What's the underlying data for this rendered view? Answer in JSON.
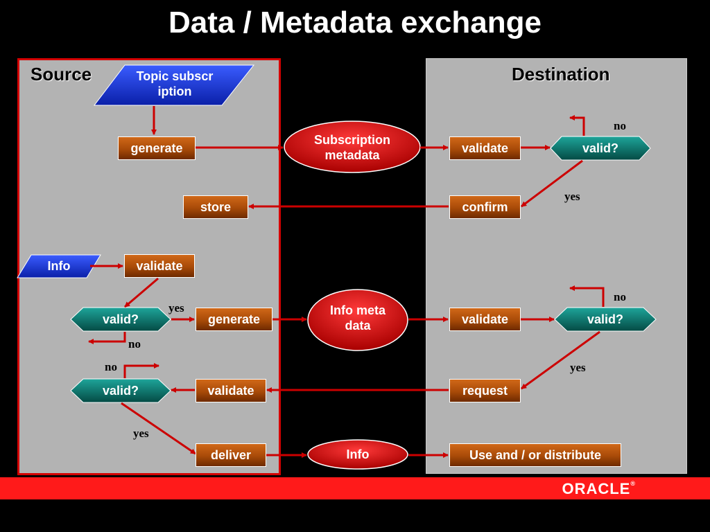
{
  "title": "Data / Metadata exchange",
  "source": {
    "label": "Source",
    "topic": "Topic subscription",
    "generate1": "generate",
    "store": "store",
    "info": "Info",
    "validate1": "validate",
    "valid1": "valid?",
    "yes1": "yes",
    "no1": "no",
    "generate2": "generate",
    "no2": "no",
    "valid2": "valid?",
    "validate2": "validate",
    "yes2": "yes",
    "deliver": "deliver"
  },
  "center": {
    "subscription_metadata": "Subscription metadata",
    "info_metadata": "Info metadata",
    "info": "Info"
  },
  "destination": {
    "label": "Destination",
    "validate1": "validate",
    "valid1": "valid?",
    "no1": "no",
    "yes1": "yes",
    "confirm": "confirm",
    "validate2": "validate",
    "valid2": "valid?",
    "no2": "no",
    "yes2": "yes",
    "request": "request",
    "use": "Use and / or distribute"
  },
  "footer": {
    "logo": "ORACLE",
    "reg": "®"
  },
  "colors": {
    "accent": "#ff1a1a",
    "box": "#b85a10",
    "decision": "#0a7a72",
    "input": "#1a3ad6",
    "arrow": "#cc0000"
  }
}
